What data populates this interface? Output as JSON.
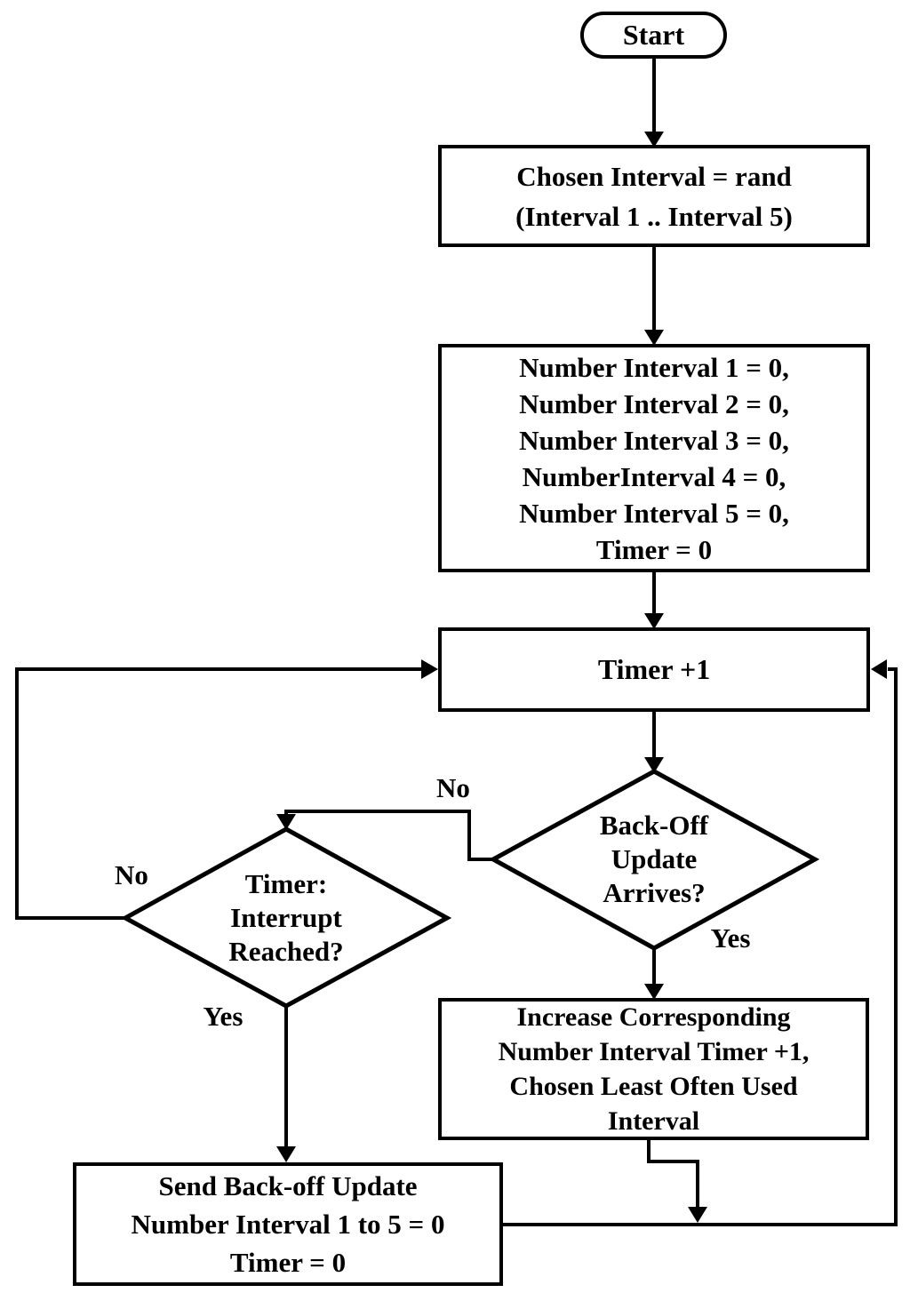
{
  "diagram": {
    "title": "back-off interval selection flowchart",
    "colors": {
      "background": "#ffffff",
      "stroke": "#000000",
      "text": "#000000"
    },
    "nodes": {
      "start": {
        "type": "terminator",
        "label": "Start"
      },
      "chosen": {
        "type": "process",
        "lines": [
          "Chosen Interval = rand",
          "(Interval 1 .. Interval 5)"
        ]
      },
      "init": {
        "type": "process",
        "lines": [
          "Number Interval 1 = 0,",
          "Number Interval 2 = 0,",
          "Number Interval 3 = 0,",
          "NumberInterval 4 = 0,",
          "Number Interval 5 = 0,",
          "Timer = 0"
        ]
      },
      "timer": {
        "type": "process",
        "label": "Timer +1"
      },
      "backoff": {
        "type": "decision",
        "lines": [
          "Back-Off",
          "Update",
          "Arrives?"
        ]
      },
      "interrupt": {
        "type": "decision",
        "lines": [
          "Timer:",
          "Interrupt",
          "Reached?"
        ]
      },
      "increase": {
        "type": "process",
        "lines": [
          "Increase Corresponding",
          "Number Interval Timer +1,",
          "Chosen Least Often Used",
          "Interval"
        ]
      },
      "send": {
        "type": "process",
        "lines": [
          "Send Back-off Update",
          "Number Interval 1 to 5 = 0",
          "Timer = 0"
        ]
      }
    },
    "edge_labels": {
      "backoff_no": "No",
      "backoff_yes": "Yes",
      "interrupt_no": "No",
      "interrupt_yes": "Yes"
    }
  }
}
